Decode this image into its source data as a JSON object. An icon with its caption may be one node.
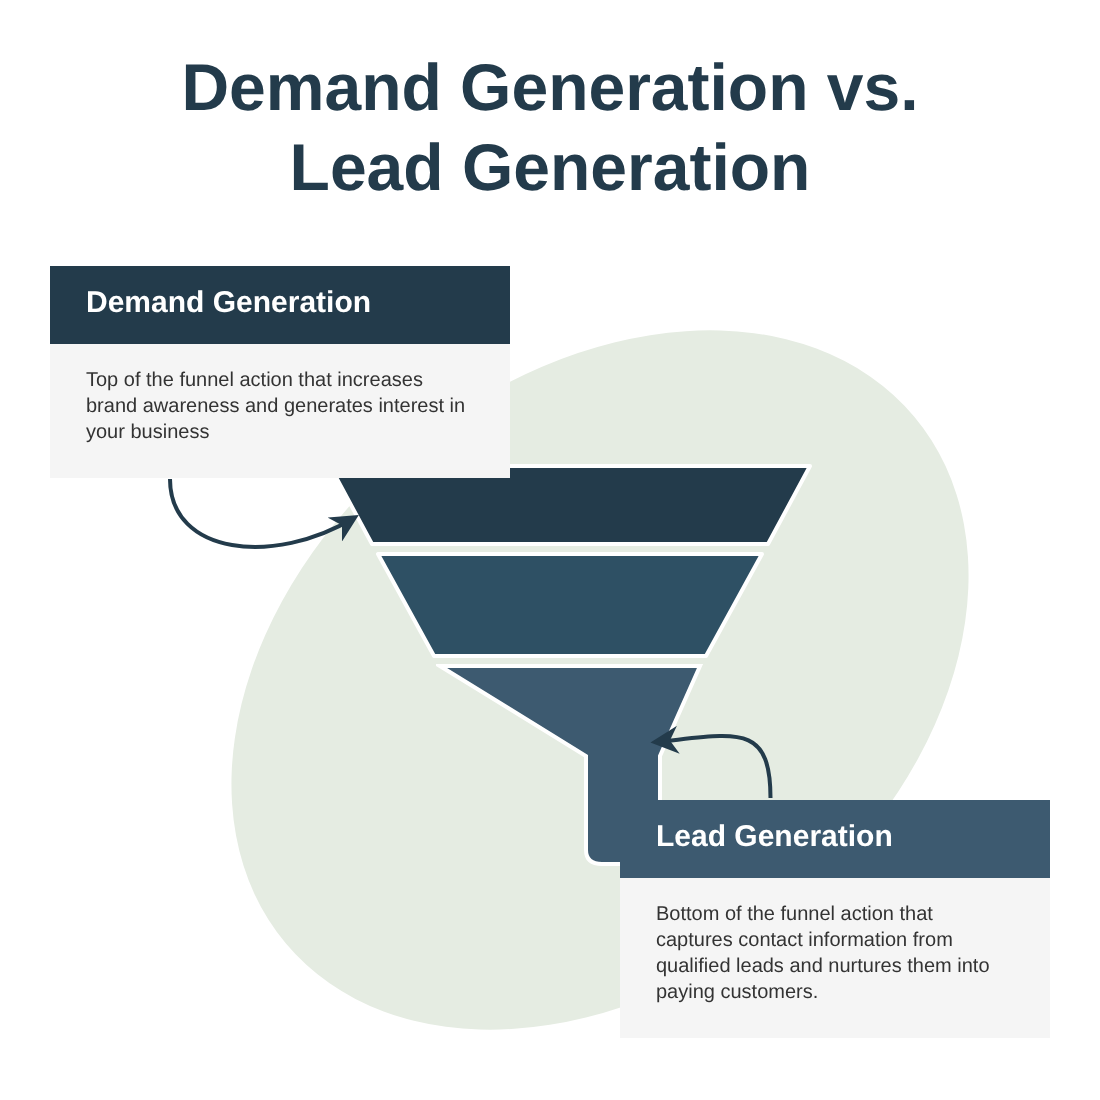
{
  "diagram": {
    "title": "Demand Generation vs. Lead Generation",
    "nodes": [
      {
        "text": [
          "Demand Generation",
          "Top of the funnel action that increases brand awareness and generates interest in your business"
        ]
      },
      {
        "text": [],
        "shape": "trapezoid"
      },
      {
        "text": [],
        "shape": "trapezoid"
      },
      {
        "text": [],
        "shape": "funnel"
      },
      {
        "text": [
          "Lead Generation",
          "Bottom of the funnel action that captures contact information from qualified leads and nurtures them into paying customers."
        ]
      }
    ],
    "edges": [
      {
        "from": 0,
        "to": 1,
        "arrow": "to"
      },
      {
        "from": 4,
        "to": 3,
        "arrow": "to"
      }
    ]
  }
}
